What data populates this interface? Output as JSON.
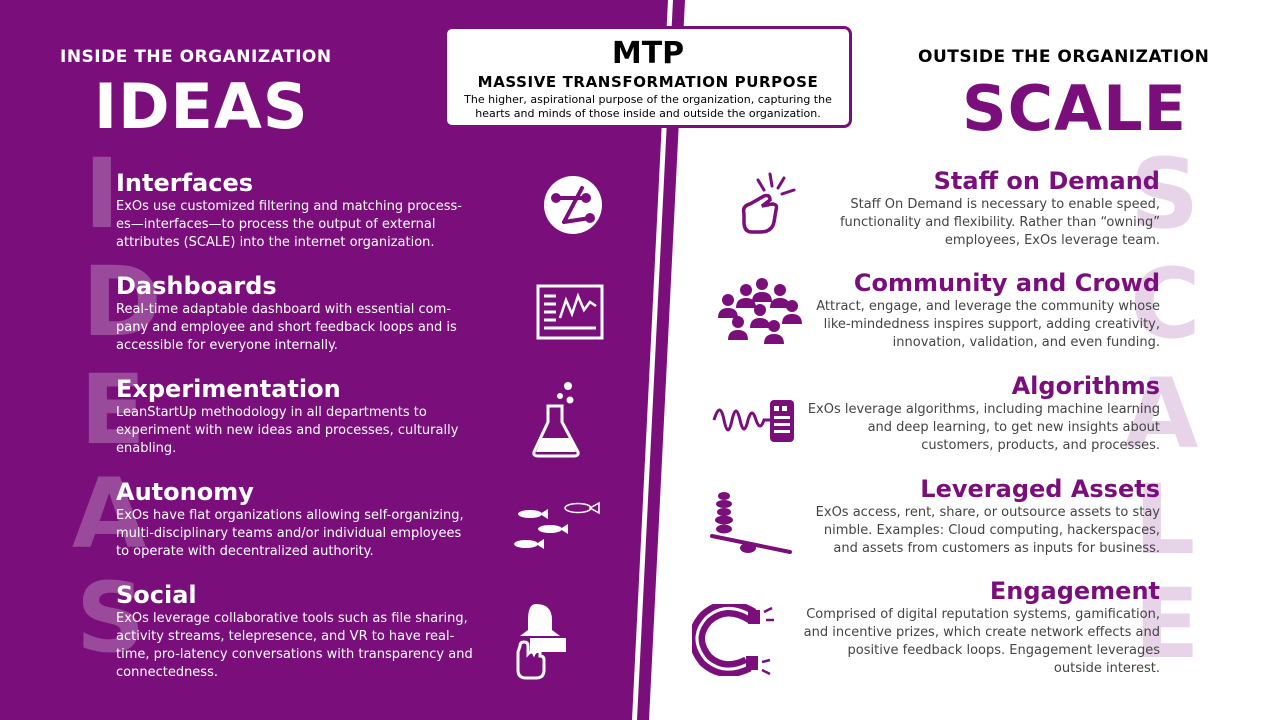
{
  "header": {
    "left_eyebrow": "INSIDE THE ORGANIZATION",
    "left_title": "IDEAS",
    "right_eyebrow": "OUTSIDE THE ORGANIZATION",
    "right_title": "SCALE"
  },
  "mtp": {
    "title": "MTP",
    "subtitle": "MASSIVE TRANSFORMATION PURPOSE",
    "description": "The higher, aspirational purpose of the organization, capturing the hearts and minds of those inside and outside the organization."
  },
  "watermark": {
    "left": [
      "I",
      "D",
      "E",
      "A",
      "S"
    ],
    "right": [
      "S",
      "C",
      "A",
      "L",
      "E"
    ]
  },
  "ideas": [
    {
      "title": "Interfaces",
      "text": "ExOs use customized filtering and matching process- es—interfaces—to process the output of external attributes (SCALE) into the internet organization.",
      "icon": "interface-icon"
    },
    {
      "title": "Dashboards",
      "text": "Real-time adaptable dashboard with essential com- pany and employee and short feedback loops and is accessible for everyone internally.",
      "icon": "dashboard-icon"
    },
    {
      "title": "Experimentation",
      "text": "LeanStartUp methodology in all departments to experiment with new ideas and processes, culturally enabling.",
      "icon": "flask-icon"
    },
    {
      "title": "Autonomy",
      "text": "ExOs have flat organizations allowing self-organizing, multi-disciplinary teams and/or individual employees to operate with decentralized authority.",
      "icon": "fish-school-icon"
    },
    {
      "title": "Social",
      "text": "ExOs leverage collaborative tools such as file sharing, activity streams, telepresence, and VR to have real-time, pro-latency conversations with transparency and connectedness.",
      "icon": "social-touch-icon"
    }
  ],
  "scale": [
    {
      "title": "Staff on Demand",
      "text": "Staff On Demand is necessary to enable speed, functionality and flexibility. Rather than “owning” employees, ExOs leverage team.",
      "icon": "snap-hand-icon"
    },
    {
      "title": "Community and Crowd",
      "text": "Attract, engage, and leverage the community whose like-mindedness inspires support, adding creativity, innovation, validation, and even funding.",
      "icon": "crowd-icon"
    },
    {
      "title": "Algorithms",
      "text": "ExOs leverage algorithms, including machine learning and deep learning, to get new insights about customers, products, and processes.",
      "icon": "algorithm-icon"
    },
    {
      "title": "Leveraged Assets",
      "text": "ExOs access, rent, share, or outsource assets to stay nimble. Examples: Cloud computing, hackerspaces, and assets from customers as inputs for business.",
      "icon": "lever-icon"
    },
    {
      "title": "Engagement",
      "text": "Comprised of digital reputation systems, gamification, and incentive prizes, which create network effects and positive feedback loops. Engagement leverages outside interest.",
      "icon": "magnet-icon"
    }
  ],
  "colors": {
    "primary_purple": "#7a0f7c",
    "watermark_left": "#9a4a9b",
    "watermark_right": "#e7d4e8",
    "right_text": "#444444"
  }
}
